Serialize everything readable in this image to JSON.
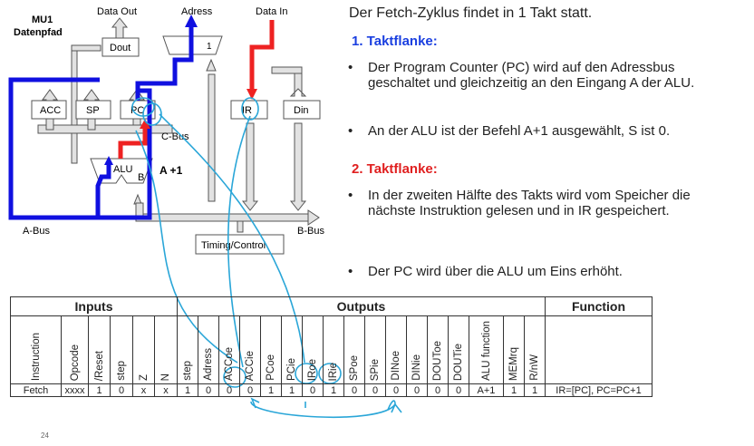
{
  "diagram": {
    "title": "MU1\nDatenpfad",
    "title_line1": "MU1",
    "title_line2": "Datenpfad",
    "top_labels": {
      "data_out": "Data Out",
      "adress": "Adress",
      "data_in": "Data In"
    },
    "registers": {
      "dout": "Dout",
      "acc": "ACC",
      "sp": "SP",
      "pc": "PC",
      "ir": "IR",
      "din": "Din",
      "mux_one": "1"
    },
    "alu": {
      "label": "ALU",
      "input_b": "B",
      "function": "A +1"
    },
    "buses": {
      "c_bus": "C-Bus",
      "a_bus": "A-Bus",
      "b_bus": "B-Bus"
    },
    "timing": "Timing/Control",
    "colors": {
      "blue_path": "#1010e0",
      "red_path": "#ee2222",
      "gray_bus": "#cfcfcf",
      "annotation": "#2aa6d8"
    }
  },
  "text": {
    "title": "Der Fetch-Zyklus findet in 1 Takt statt.",
    "flank1": {
      "heading": "1. Taktflanke:",
      "color": "#1a3fe0",
      "bullets": [
        "Der Program Counter (PC) wird auf den Adressbus geschaltet und gleichzeitig an den Eingang A der ALU.",
        "An der ALU ist der Befehl A+1 ausgewählt, S ist 0."
      ]
    },
    "flank2": {
      "heading": "2. Taktflanke:",
      "color": "#e02020",
      "bullets": [
        "In der zweiten Hälfte des Takts wird vom Speicher die nächste Instruktion gelesen und in IR gespeichert.",
        "Der PC wird über die ALU um Eins erhöht."
      ]
    }
  },
  "table": {
    "groups": {
      "inputs": "Inputs",
      "outputs": "Outputs",
      "function": "Function"
    },
    "headers": [
      "Instruction",
      "Opcode",
      "/Reset",
      "step",
      "Z",
      "N",
      "step",
      "Adress",
      "ACCoe",
      "ACCie",
      "PCoe",
      "PCie",
      "IRoe",
      "IRie",
      "SPoe",
      "SPie",
      "DINoe",
      "DINie",
      "DOUToe",
      "DOUTie",
      "ALU function",
      "MEMrq",
      "R/nW",
      ""
    ],
    "row": [
      "Fetch",
      "xxxx",
      "1",
      "0",
      "x",
      "x",
      "1",
      "0",
      "0",
      "0",
      "1",
      "1",
      "0",
      "1",
      "0",
      "0",
      "0",
      "0",
      "0",
      "0",
      "A+1",
      "1",
      "1",
      "IR=[PC], PC=PC+1"
    ]
  },
  "page_number": "24"
}
